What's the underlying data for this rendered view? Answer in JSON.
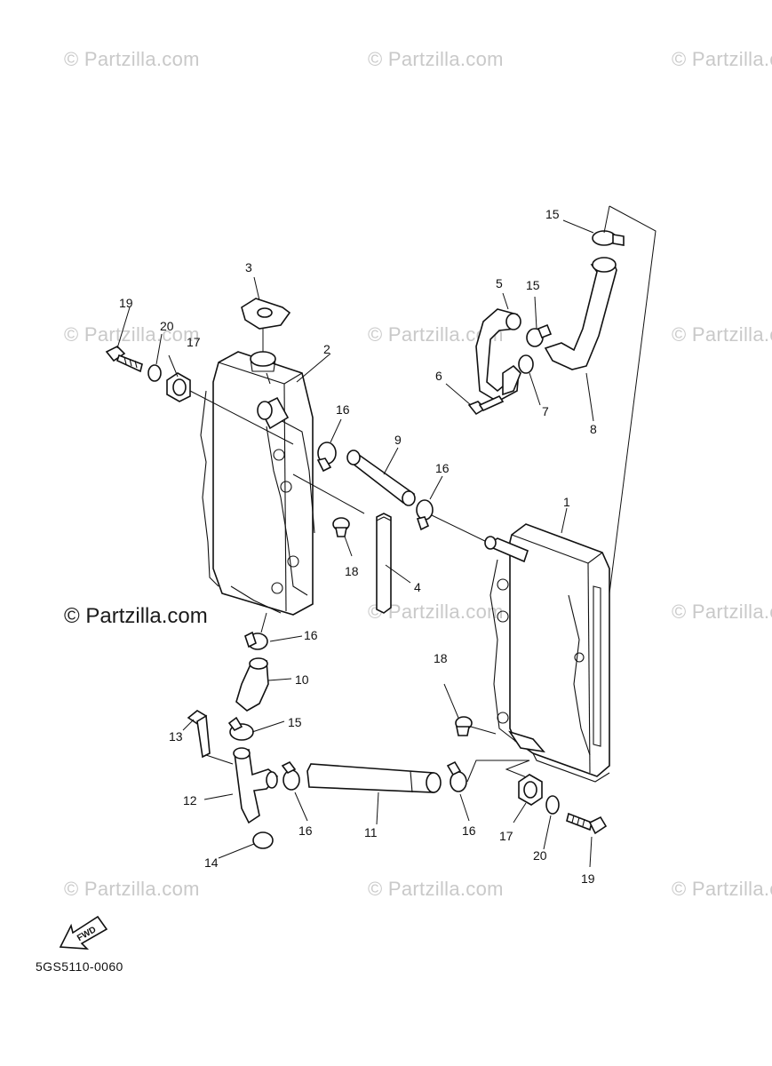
{
  "watermark": "© Partzilla.com",
  "watermark_main": "© Partzilla.com",
  "diagram_code": "5GS5110-0060",
  "fwd_label": "FWD",
  "callouts": {
    "c1": "1",
    "c2": "2",
    "c3": "3",
    "c4": "4",
    "c5": "5",
    "c6": "6",
    "c7": "7",
    "c8": "8",
    "c9": "9",
    "c10": "10",
    "c11": "11",
    "c12": "12",
    "c13": "13",
    "c14": "14",
    "c15a": "15",
    "c15b": "15",
    "c15c": "15",
    "c16a": "16",
    "c16b": "16",
    "c16c": "16",
    "c16d": "16",
    "c16e": "16",
    "c17a": "17",
    "c17b": "17",
    "c18a": "18",
    "c18b": "18",
    "c19a": "19",
    "c19b": "19",
    "c20a": "20",
    "c20b": "20"
  }
}
